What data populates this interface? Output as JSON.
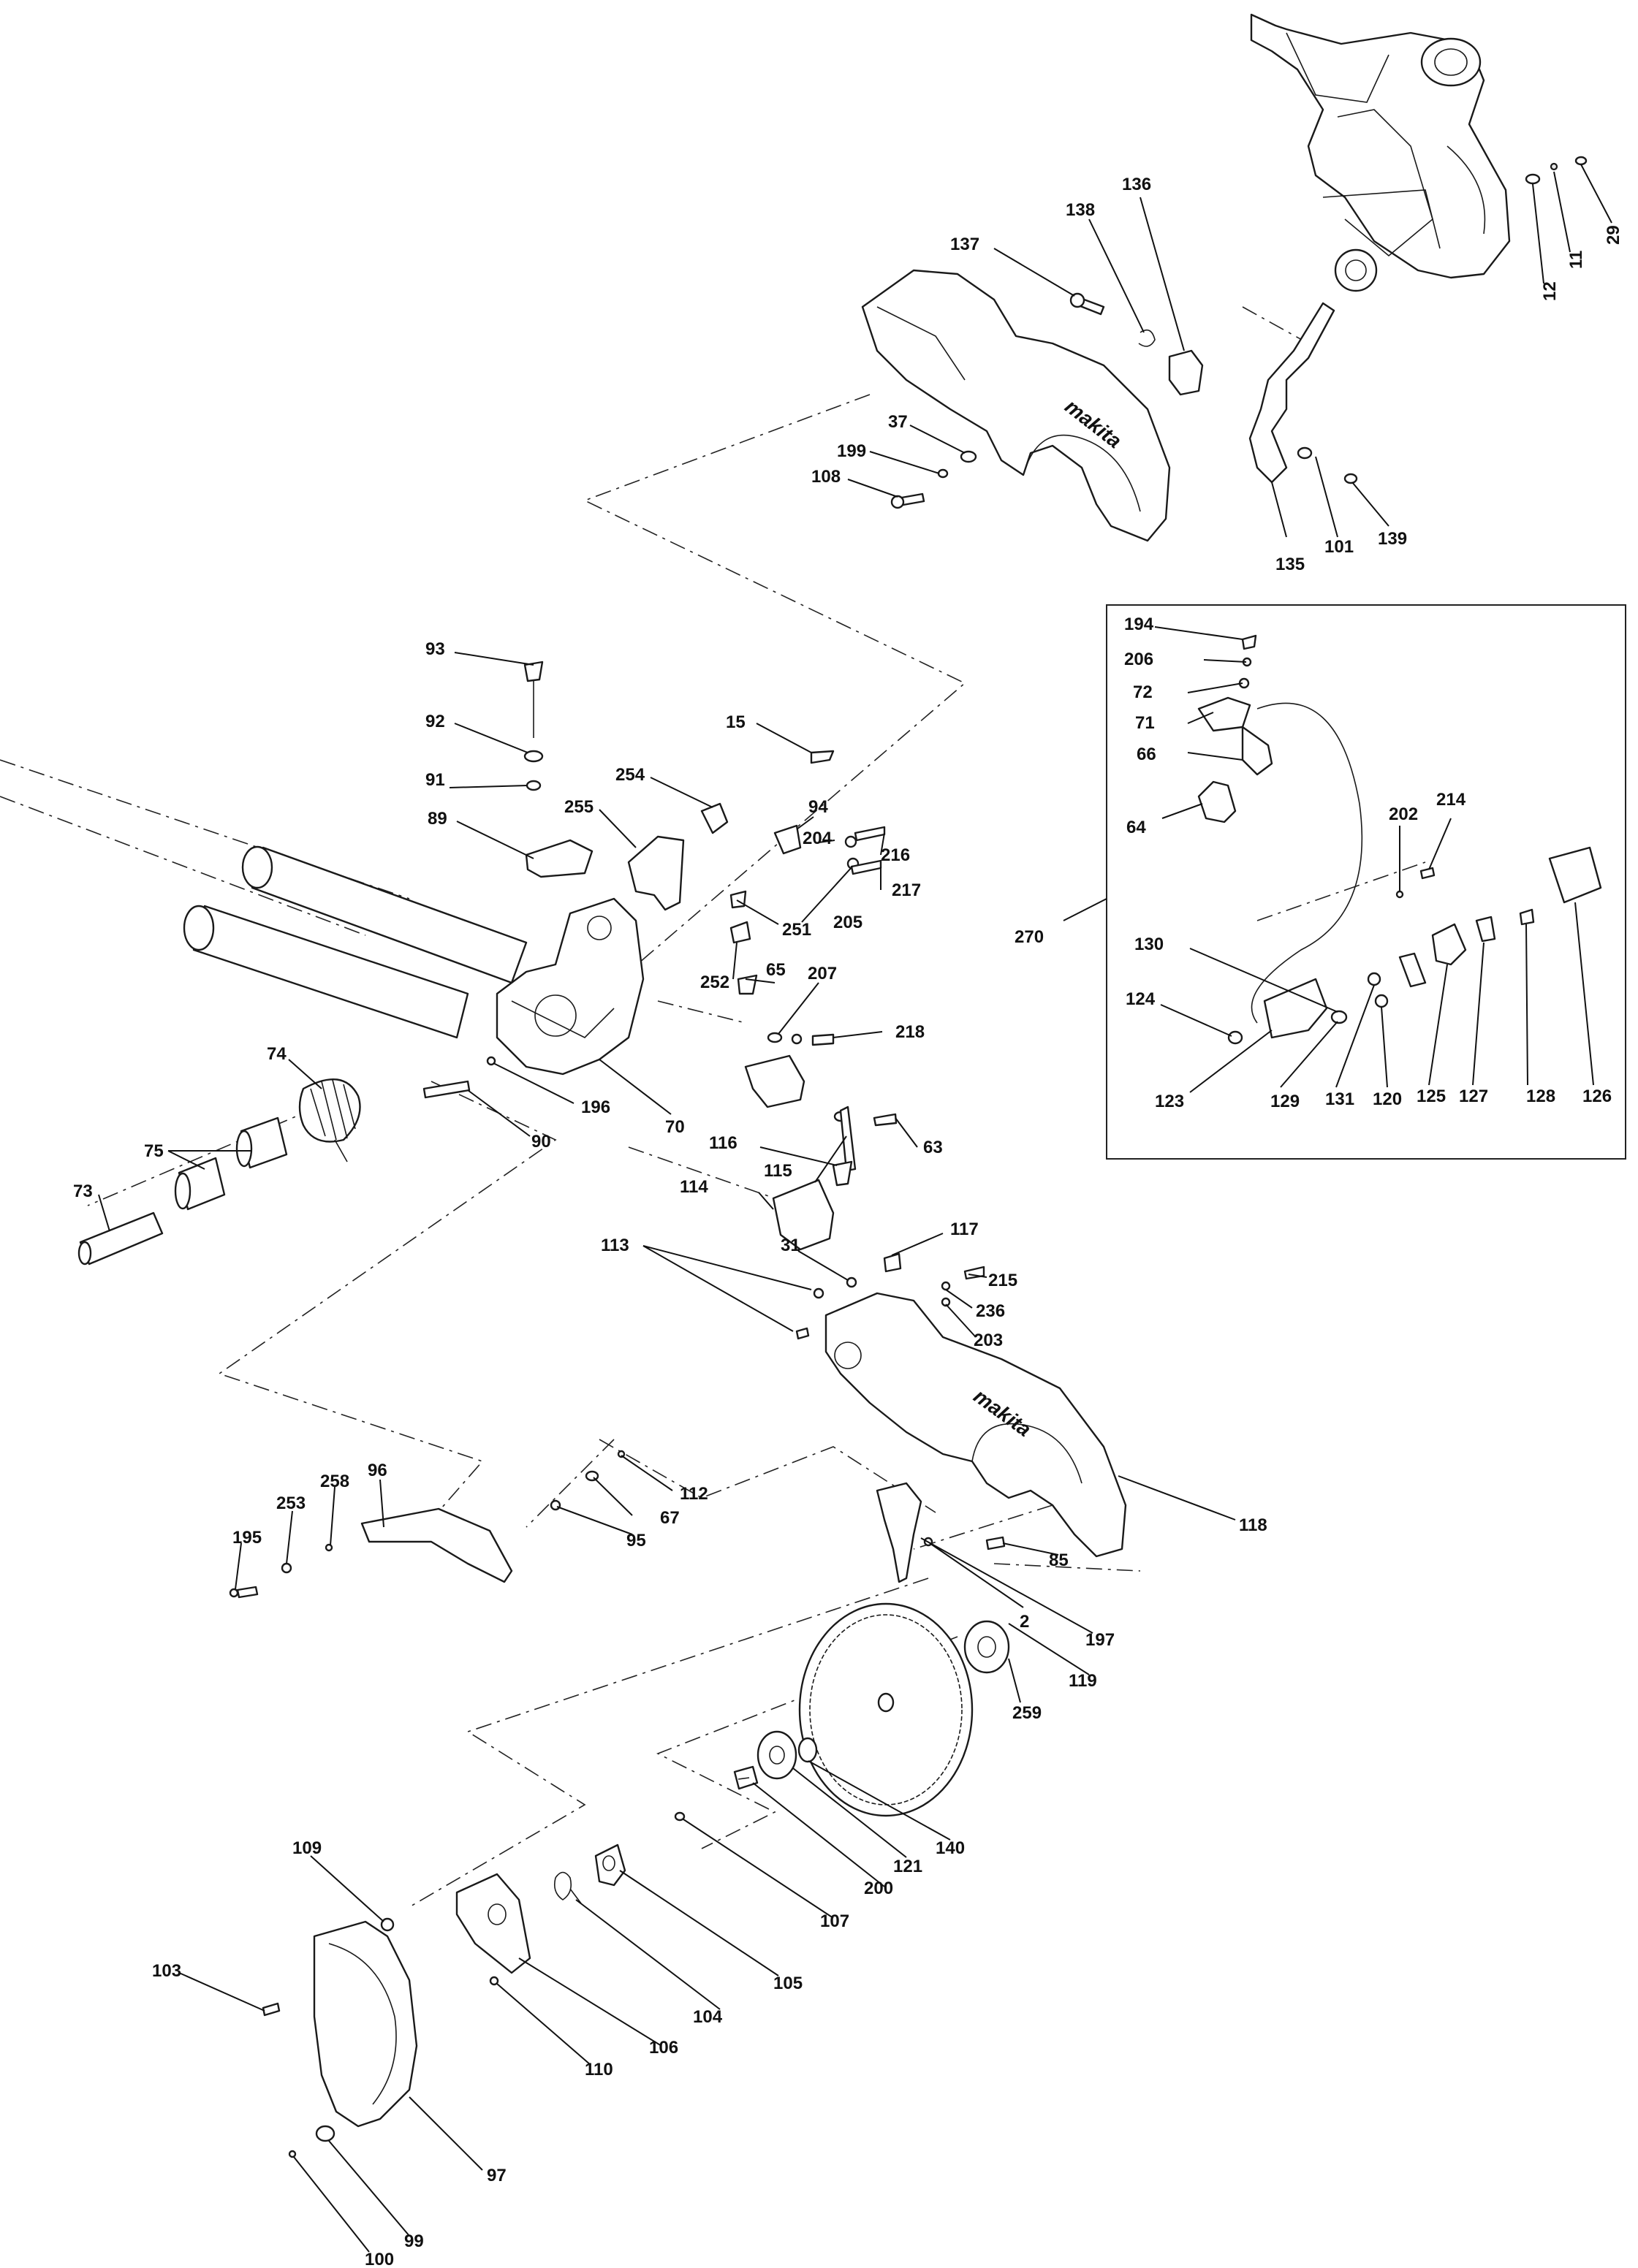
{
  "diagram": {
    "type": "exploded-parts-view",
    "brand_marks": [
      "makita",
      "makita"
    ],
    "callouts": {
      "c29": "29",
      "c11": "11",
      "c12": "12",
      "c136": "136",
      "c138": "138",
      "c137": "137",
      "c37": "37",
      "c199": "199",
      "c108": "108",
      "c135": "135",
      "c101": "101",
      "c139": "139",
      "c93": "93",
      "c92": "92",
      "c91": "91",
      "c89": "89",
      "c15": "15",
      "c254": "254",
      "c255": "255",
      "c94": "94",
      "c204": "204",
      "c216": "216",
      "c217": "217",
      "c251": "251",
      "c205": "205",
      "c252": "252",
      "c65": "65",
      "c207": "207",
      "c218": "218",
      "c74": "74",
      "c196": "196",
      "c70": "70",
      "c90": "90",
      "c75": "75",
      "c73": "73",
      "c63": "63",
      "c116": "116",
      "c115": "115",
      "c114": "114",
      "c113": "113",
      "c31": "31",
      "c117": "117",
      "c215": "215",
      "c236": "236",
      "c203": "203",
      "c118": "118",
      "c195": "195",
      "c253": "253",
      "c258": "258",
      "c96": "96",
      "c112": "112",
      "c67": "67",
      "c95": "95",
      "c85": "85",
      "c2": "2",
      "c197": "197",
      "c119": "119",
      "c259": "259",
      "c140": "140",
      "c121": "121",
      "c200": "200",
      "c109": "109",
      "c107": "107",
      "c105": "105",
      "c104": "104",
      "c106": "106",
      "c110": "110",
      "c103": "103",
      "c97": "97",
      "c99": "99",
      "c100": "100",
      "c194": "194",
      "c206": "206",
      "c72": "72",
      "c71": "71",
      "c66": "66",
      "c64": "64",
      "c270": "270",
      "c202": "202",
      "c214": "214",
      "c130": "130",
      "c124": "124",
      "c123": "123",
      "c129": "129",
      "c131": "131",
      "c120": "120",
      "c125": "125",
      "c127": "127",
      "c128": "128",
      "c126": "126"
    }
  }
}
